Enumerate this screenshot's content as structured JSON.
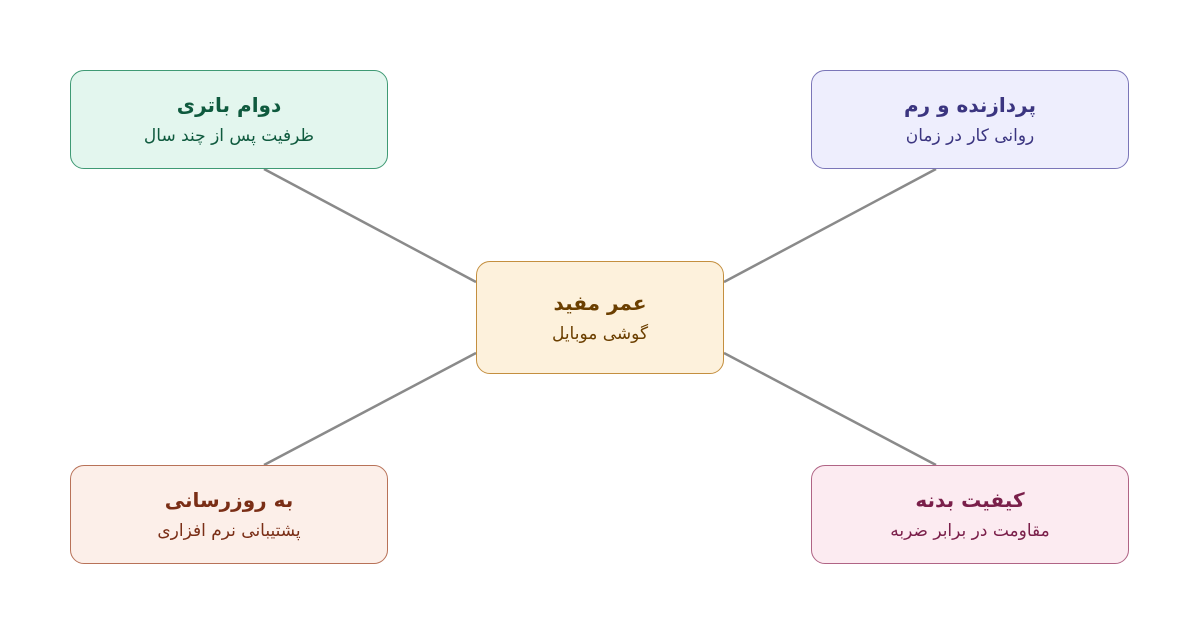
{
  "diagram": {
    "center": {
      "title": "عمر مفید",
      "subtitle": "گوشی موبایل",
      "fill": "#fdf1dc",
      "border": "#c48f3f",
      "text": "#6b3f00"
    },
    "branches": [
      {
        "id": "tl",
        "title": "دوام باتری",
        "subtitle": "ظرفیت پس از چند سال",
        "fill": "#e3f6ee",
        "border": "#3f9a74",
        "text": "#0f5a3e"
      },
      {
        "id": "tr",
        "title": "پردازنده و رم",
        "subtitle": "روانی کار در زمان",
        "fill": "#eeeefd",
        "border": "#7b76b8",
        "text": "#3b3580"
      },
      {
        "id": "bl",
        "title": "به روزرسانی",
        "subtitle": "پشتیبانی نرم افزاری",
        "fill": "#fcefe9",
        "border": "#b87258",
        "text": "#7a2e16"
      },
      {
        "id": "br",
        "title": "کیفیت بدنه",
        "subtitle": "مقاومت در برابر ضربه",
        "fill": "#fcebf1",
        "border": "#b06485",
        "text": "#7a1f4a"
      }
    ],
    "connector_color": "#8a8a8a"
  }
}
